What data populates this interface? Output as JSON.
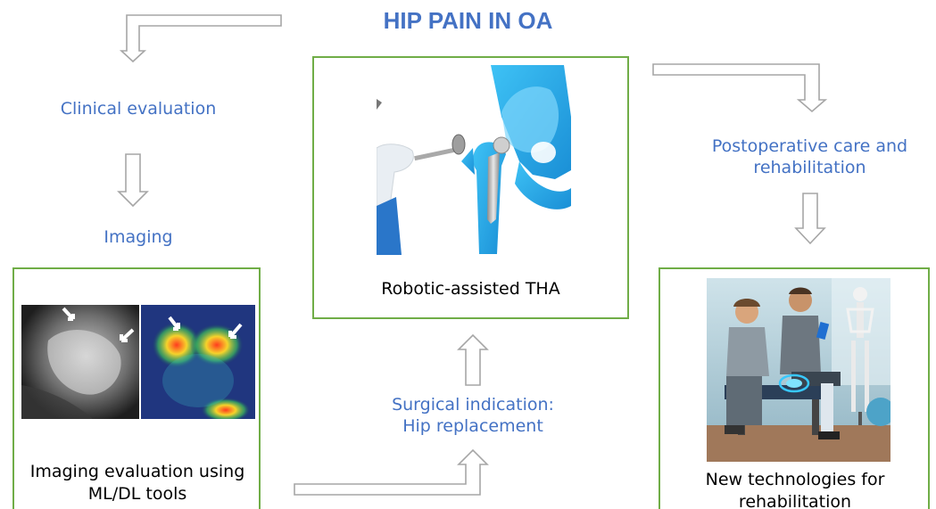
{
  "title": "HIP PAIN IN OA",
  "steps": {
    "clinical": "Clinical evaluation",
    "imaging": "Imaging",
    "postop_line1": "Postoperative care and",
    "postop_line2": "rehabilitation",
    "surgical_line1": "Surgical indication:",
    "surgical_line2": "Hip replacement"
  },
  "boxes": {
    "imaging_line1": "Imaging evaluation using",
    "imaging_line2": "ML/DL tools",
    "robotic": "Robotic-assisted THA",
    "rehab_line1": "New technologies for",
    "rehab_line2": "rehabilitation"
  },
  "colors": {
    "heading": "#4472c4",
    "box_border": "#70ad47",
    "arrow_outline": "#a6a6a6"
  }
}
